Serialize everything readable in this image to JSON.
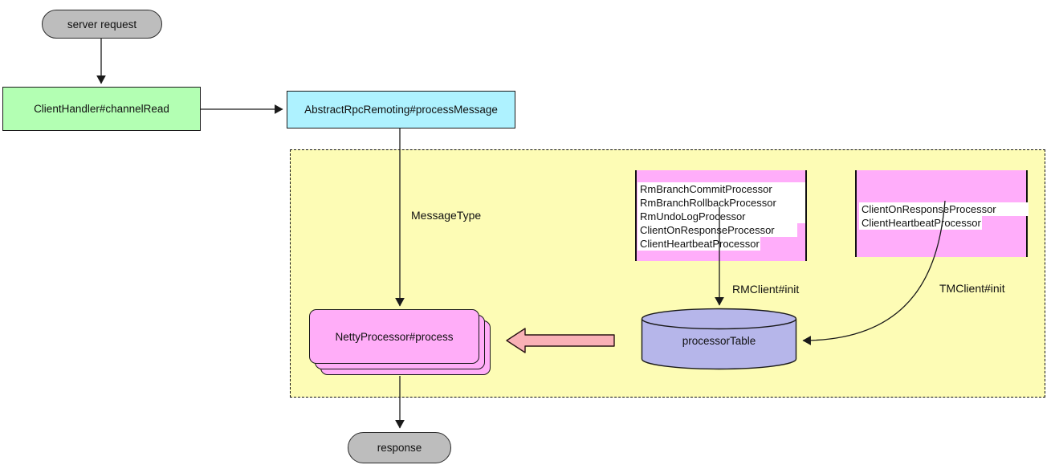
{
  "nodes": {
    "server_request": "server request",
    "client_handler": "ClientHandler#channelRead",
    "abstract_rpc_remoting": "AbstractRpcRemoting#processMessage",
    "netty_processor": "NettyProcessor#process",
    "processor_table": "processorTable",
    "response": "response"
  },
  "edge_labels": {
    "message_type": "MessageType",
    "rm_client_init": "RMClient#init",
    "tm_client_init": "TMClient#init"
  },
  "rm_processors": [
    "RmBranchCommitProcessor",
    "RmBranchRollbackProcessor",
    "RmUndoLogProcessor",
    "ClientOnResponseProcessor",
    "ClientHeartbeatProcessor"
  ],
  "tm_processors": [
    "ClientOnResponseProcessor",
    "ClientHeartbeatProcessor"
  ],
  "colors": {
    "terminator_gray": "#bdbdbd",
    "handler_green": "#b3ffb3",
    "remoting_cyan": "#aef2ff",
    "container_yellow": "#fdfcb5",
    "processor_pink": "#ffadfa",
    "table_lavender": "#b6b6ea",
    "block_arrow_salmon": "#f9b1b6",
    "line_black": "#1a1a1a"
  }
}
